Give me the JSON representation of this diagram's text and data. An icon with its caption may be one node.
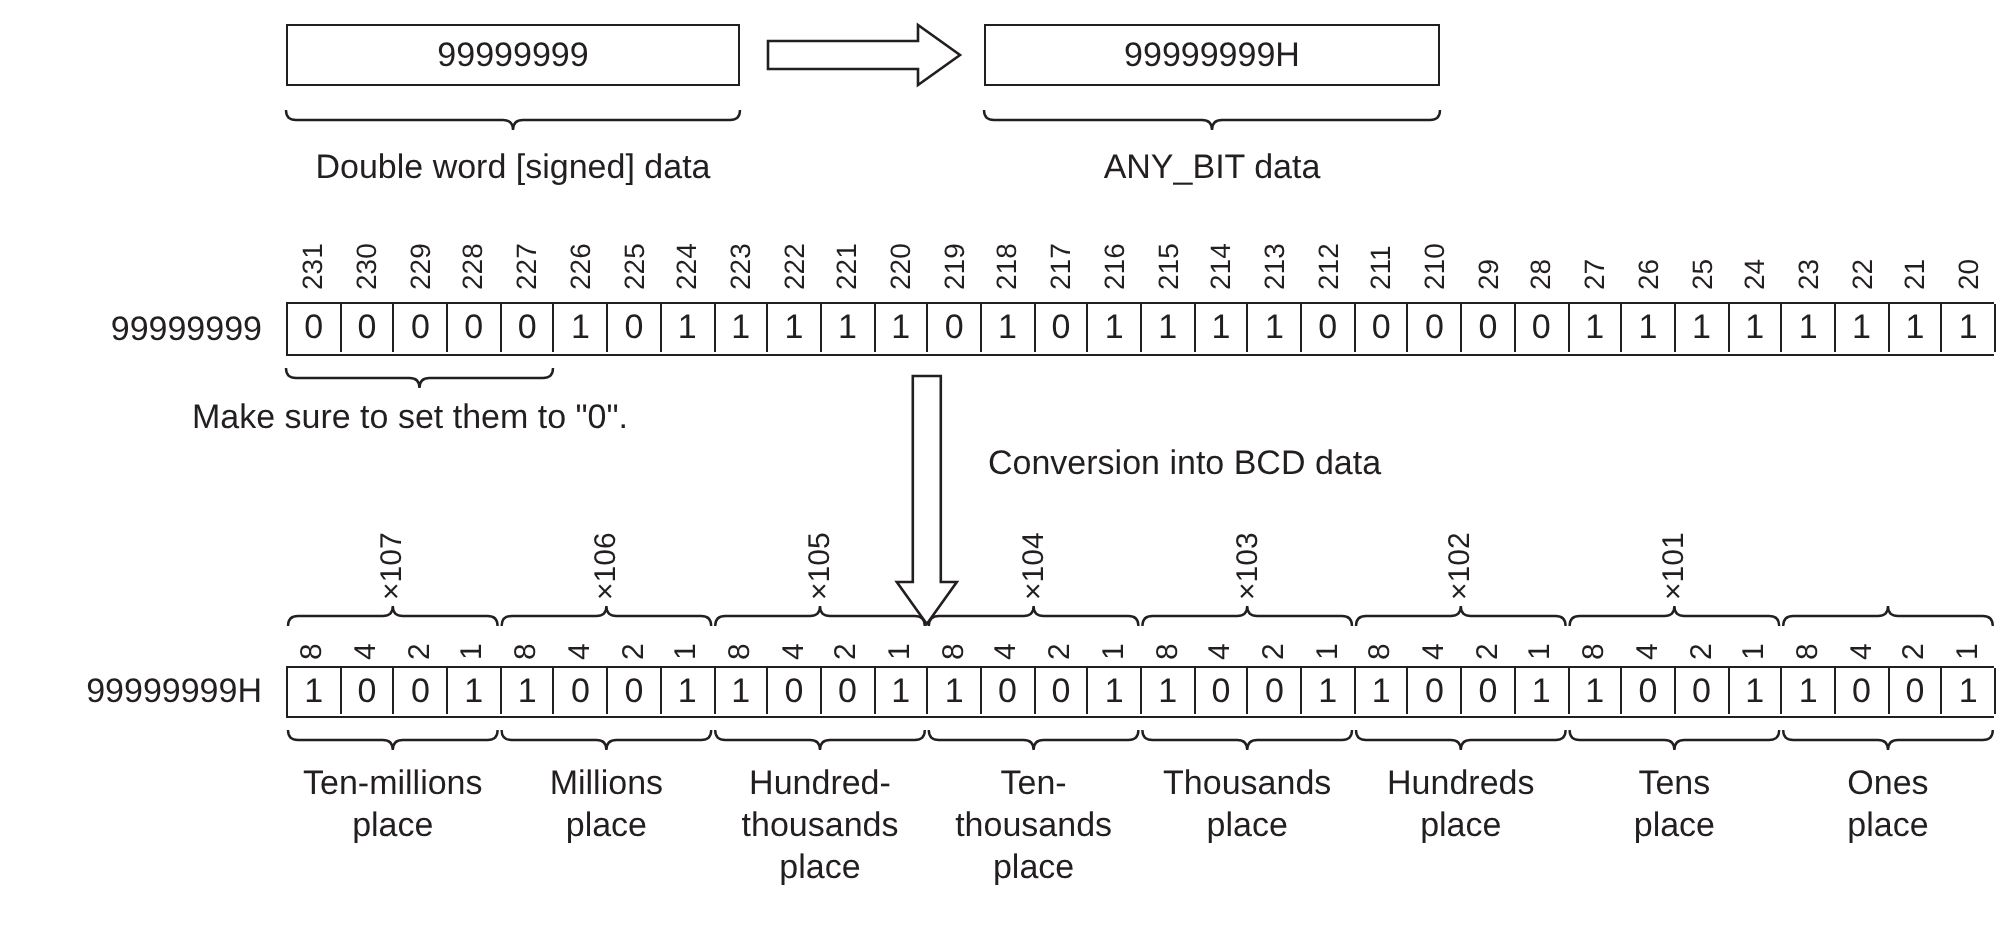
{
  "diagram": {
    "nodes": [
      {
        "text": [
          "99999999"
        ]
      },
      {
        "text": [
          "99999999H"
        ]
      },
      {
        "text": [
          "0",
          "0",
          "0",
          "0",
          "0",
          "1",
          "0",
          "1",
          "1",
          "1",
          "1",
          "1",
          "0",
          "1",
          "0",
          "1",
          "1",
          "1",
          "1",
          "0",
          "0",
          "0",
          "0",
          "0",
          "1",
          "1",
          "1",
          "1",
          "1",
          "1",
          "1",
          "1"
        ],
        "beside": [
          "99999999"
        ]
      },
      {
        "text": [
          "1",
          "0",
          "0",
          "1",
          "1",
          "0",
          "0",
          "1",
          "1",
          "0",
          "0",
          "1",
          "1",
          "0",
          "0",
          "1",
          "1",
          "0",
          "0",
          "1",
          "1",
          "0",
          "0",
          "1",
          "1",
          "0",
          "0",
          "1",
          "1",
          "0",
          "0",
          "1"
        ],
        "beside": [
          "99999999H"
        ]
      }
    ],
    "edges": [
      {
        "from": 0,
        "to": 1,
        "arrow": "to"
      },
      {
        "from": 2,
        "to": 3,
        "arrow": "to",
        "label": "Conversion into BCD data"
      }
    ],
    "labels": [
      "Double word [signed] data",
      "ANY_BIT data",
      "231",
      "230",
      "229",
      "228",
      "227",
      "226",
      "225",
      "224",
      "223",
      "222",
      "221",
      "220",
      "219",
      "218",
      "217",
      "216",
      "215",
      "214",
      "213",
      "212",
      "211",
      "210",
      "29",
      "28",
      "27",
      "26",
      "25",
      "24",
      "23",
      "22",
      "21",
      "20",
      "Make sure to set them to \"0\".",
      "×107",
      "×106",
      "×105",
      "×104",
      "×103",
      "×102",
      "×101",
      "8",
      "4",
      "2",
      "1",
      "8",
      "4",
      "2",
      "1",
      "8",
      "4",
      "2",
      "1",
      "8",
      "4",
      "2",
      "1",
      "8",
      "4",
      "2",
      "1",
      "8",
      "4",
      "2",
      "1",
      "8",
      "4",
      "2",
      "1",
      "8",
      "4",
      "2",
      "1",
      "Ten-millions place",
      "Millions place",
      "Hundred- thousands place",
      "Ten- thousands place",
      "Thousands place",
      "Hundreds place",
      "Tens place",
      "Ones place"
    ]
  }
}
